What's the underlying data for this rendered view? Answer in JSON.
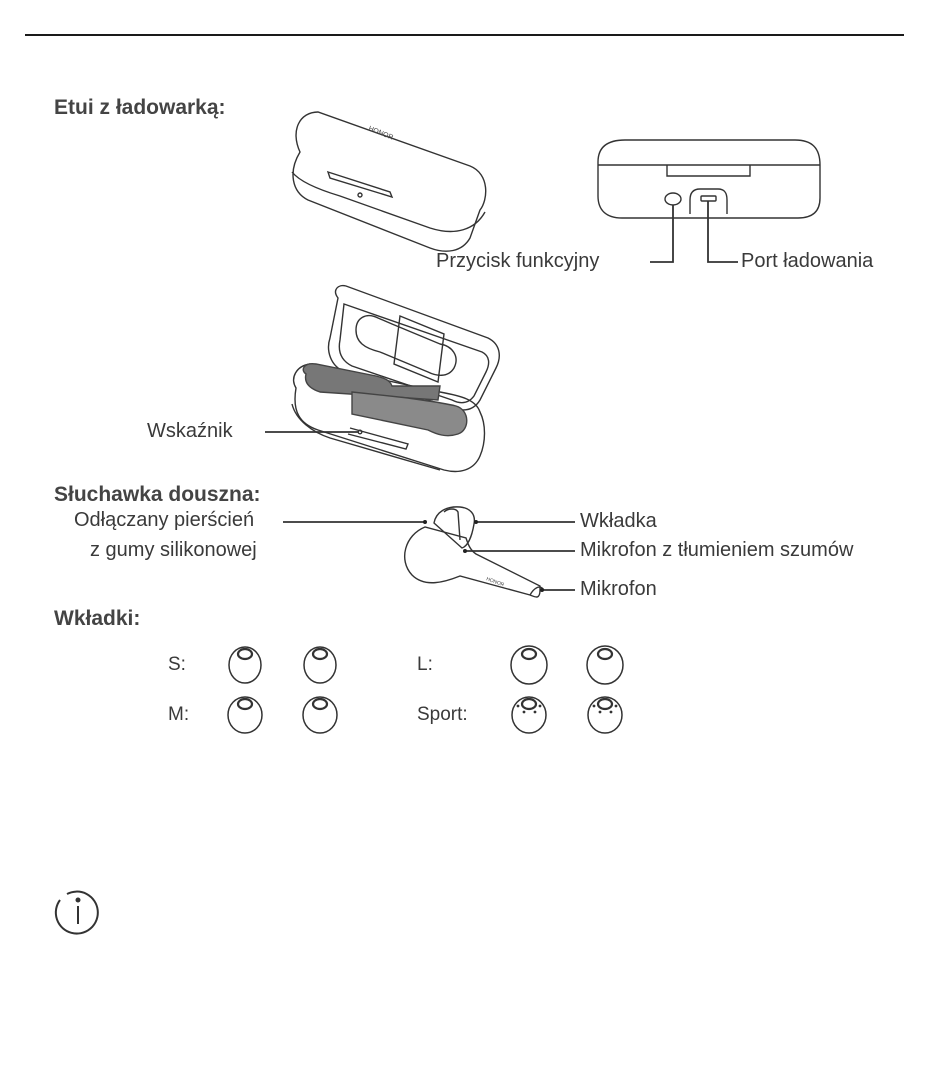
{
  "page": {
    "sections": {
      "case": {
        "heading": "Etui z ładowarką:",
        "brand_mark": "HONOR",
        "callouts": {
          "function_button": "Przycisk funkcyjny",
          "charging_port": "Port ładowania",
          "indicator": "Wskaźnik"
        }
      },
      "earbud": {
        "heading": "Słuchawka douszna:",
        "brand_mark": "HONOR",
        "callouts": {
          "ring_line1": "Odłączany pierścień",
          "ring_line2": "z gumy silikonowej",
          "eartip": "Wkładka",
          "noise_mic": "Mikrofon z tłumieniem szumów",
          "mic": "Mikrofon"
        }
      },
      "eartips": {
        "heading": "Wkładki:",
        "sizes": [
          {
            "label": "S:",
            "count": 2,
            "type": "standard"
          },
          {
            "label": "L:",
            "count": 2,
            "type": "standard"
          },
          {
            "label": "M:",
            "count": 2,
            "type": "standard"
          },
          {
            "label": "Sport:",
            "count": 2,
            "type": "sport"
          }
        ]
      }
    },
    "note_icon": "info-icon"
  }
}
